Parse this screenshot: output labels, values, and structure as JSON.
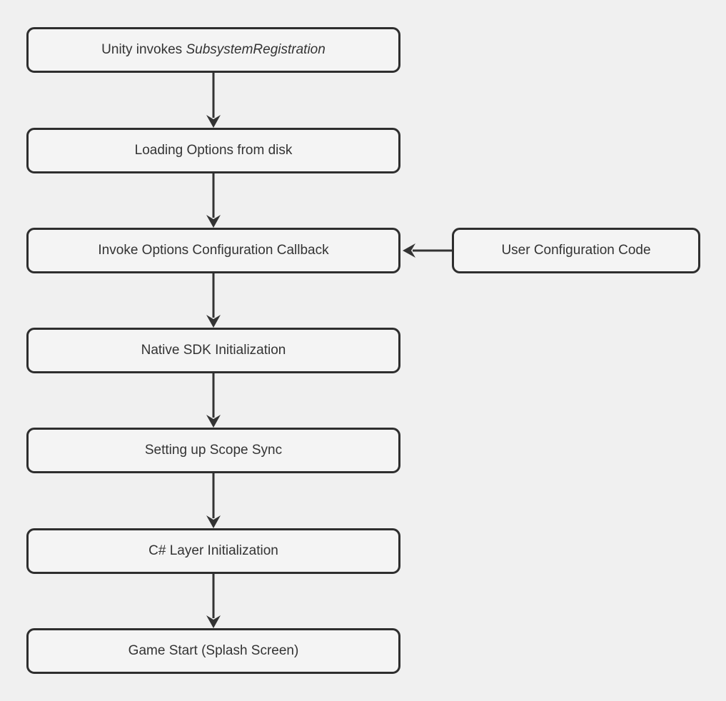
{
  "diagram": {
    "type": "flowchart",
    "direction": "top-down",
    "colors": {
      "background": "#f0f0f0",
      "node_fill": "#f4f4f4",
      "node_border": "#2e2e2e",
      "arrow": "#333333",
      "text": "#333333"
    },
    "nodes": {
      "unity_prefix": "Unity invokes ",
      "unity_italic": "SubsystemRegistration",
      "loading": "Loading Options from disk",
      "invoke_callback": "Invoke Options Configuration Callback",
      "user_config": "User Configuration Code",
      "native_sdk": "Native SDK Initialization",
      "scope_sync": "Setting up Scope Sync",
      "csharp_layer": "C# Layer Initialization",
      "game_start": "Game Start (Splash Screen)"
    },
    "edges": [
      {
        "from": "Unity invokes SubsystemRegistration",
        "to": "Loading Options from disk"
      },
      {
        "from": "Loading Options from disk",
        "to": "Invoke Options Configuration Callback"
      },
      {
        "from": "User Configuration Code",
        "to": "Invoke Options Configuration Callback"
      },
      {
        "from": "Invoke Options Configuration Callback",
        "to": "Native SDK Initialization"
      },
      {
        "from": "Native SDK Initialization",
        "to": "Setting up Scope Sync"
      },
      {
        "from": "Setting up Scope Sync",
        "to": "C# Layer Initialization"
      },
      {
        "from": "C# Layer Initialization",
        "to": "Game Start (Splash Screen)"
      }
    ]
  }
}
